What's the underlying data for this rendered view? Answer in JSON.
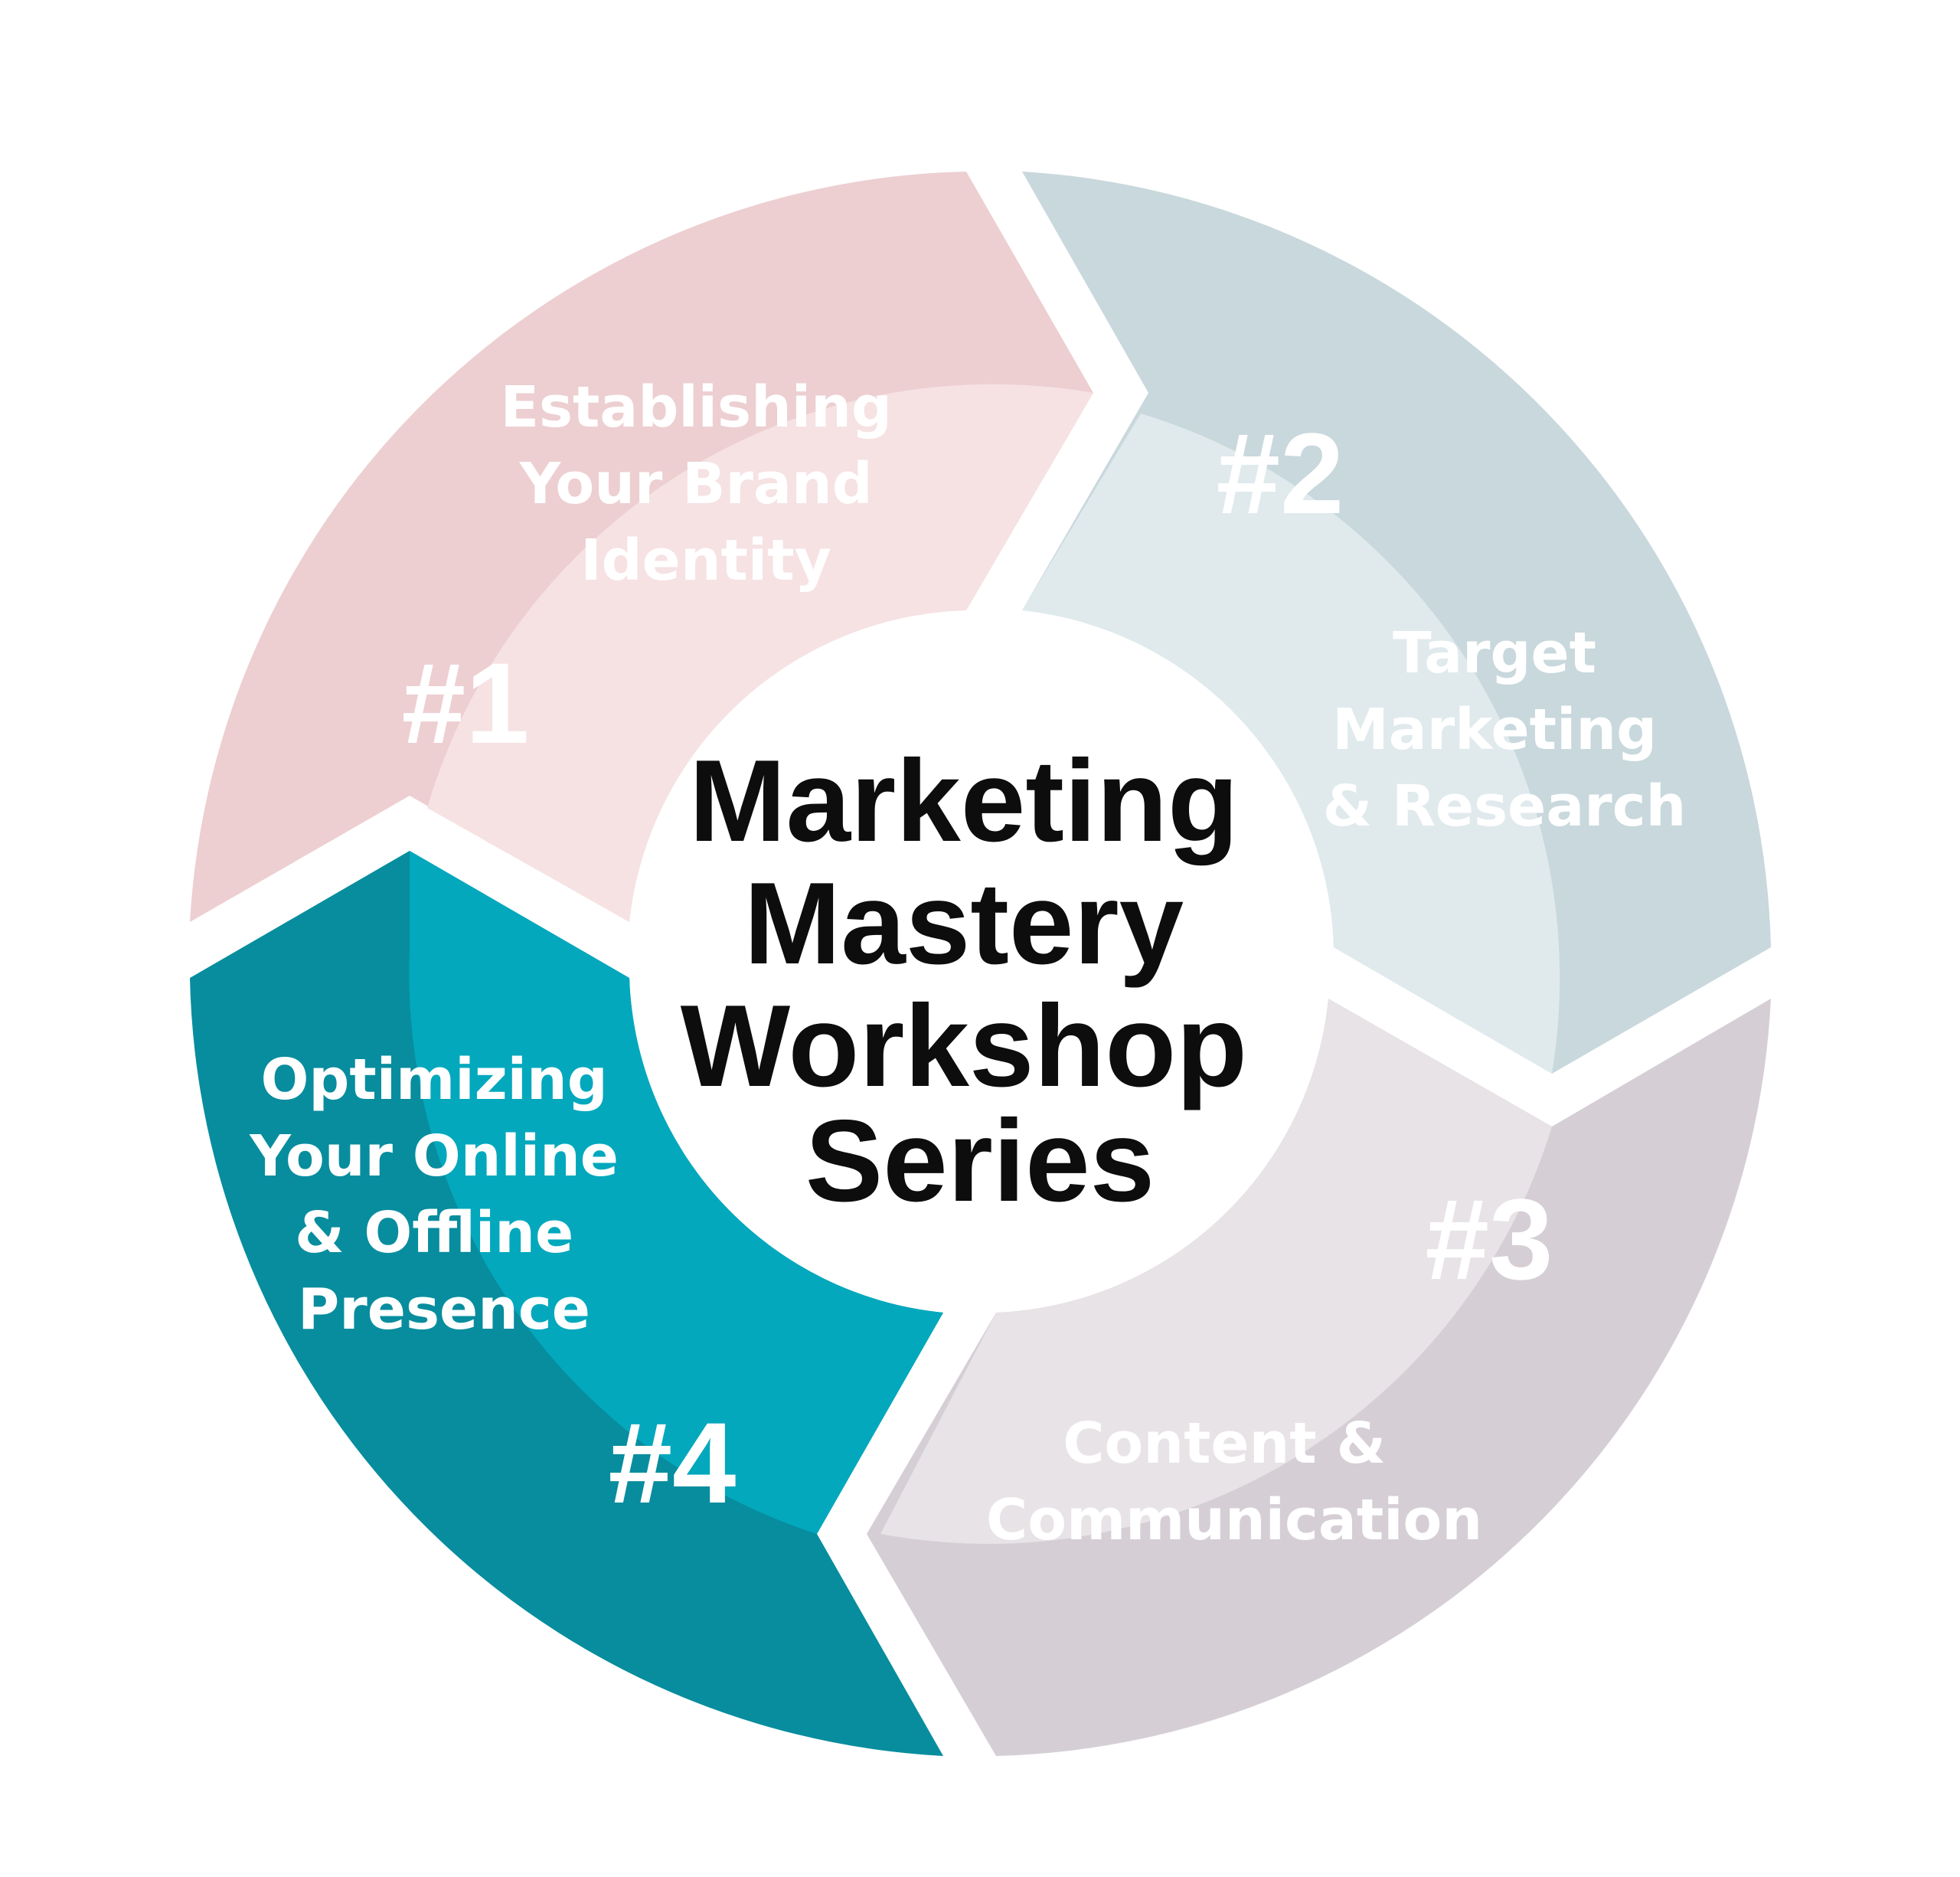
{
  "center": {
    "title_lines": [
      "Marketing",
      "Mastery",
      "Workshop",
      "Series"
    ]
  },
  "steps": [
    {
      "number": "#1",
      "title_lines": [
        "Establishing",
        "Your Brand",
        "Identity"
      ],
      "outer_color": "#edcfd1",
      "inner_color": "#f6e2e3"
    },
    {
      "number": "#2",
      "title_lines": [
        "Target",
        "Marketing",
        "& Research"
      ],
      "outer_color": "#c8d8dc",
      "inner_color": "#e0eaed"
    },
    {
      "number": "#3",
      "title_lines": [
        "Content &",
        "Communication"
      ],
      "outer_color": "#d5cfd5",
      "inner_color": "#e7e3e7"
    },
    {
      "number": "#4",
      "title_lines": [
        "Optimizing",
        "Your Online",
        "& Offline",
        "Presence"
      ],
      "outer_color": "#078d9e",
      "inner_color": "#03a8bd"
    }
  ]
}
